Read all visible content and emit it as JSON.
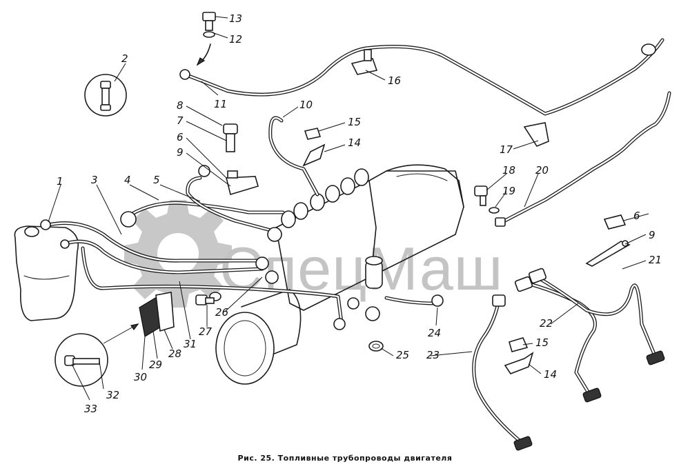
{
  "figure": {
    "caption": "Рис. 25. Топливные трубопроводы двигателя",
    "watermark": "СпецМаш",
    "colors": {
      "ink": "#1a1a1a",
      "watermark": "#c4c4c4",
      "background": "#ffffff"
    }
  },
  "labels": [
    {
      "id": "n1",
      "text": "1"
    },
    {
      "id": "n2",
      "text": "2"
    },
    {
      "id": "n3",
      "text": "3"
    },
    {
      "id": "n4",
      "text": "4"
    },
    {
      "id": "n5",
      "text": "5"
    },
    {
      "id": "n6a",
      "text": "6"
    },
    {
      "id": "n6b",
      "text": "6"
    },
    {
      "id": "n7",
      "text": "7"
    },
    {
      "id": "n8",
      "text": "8"
    },
    {
      "id": "n9a",
      "text": "9"
    },
    {
      "id": "n9b",
      "text": "9"
    },
    {
      "id": "n10",
      "text": "10"
    },
    {
      "id": "n11",
      "text": "11"
    },
    {
      "id": "n12",
      "text": "12"
    },
    {
      "id": "n13",
      "text": "13"
    },
    {
      "id": "n14a",
      "text": "14"
    },
    {
      "id": "n14b",
      "text": "14"
    },
    {
      "id": "n15a",
      "text": "15"
    },
    {
      "id": "n15b",
      "text": "15"
    },
    {
      "id": "n16",
      "text": "16"
    },
    {
      "id": "n17",
      "text": "17"
    },
    {
      "id": "n18",
      "text": "18"
    },
    {
      "id": "n19",
      "text": "19"
    },
    {
      "id": "n20",
      "text": "20"
    },
    {
      "id": "n21",
      "text": "21"
    },
    {
      "id": "n22",
      "text": "22"
    },
    {
      "id": "n23",
      "text": "23"
    },
    {
      "id": "n24",
      "text": "24"
    },
    {
      "id": "n25",
      "text": "25"
    },
    {
      "id": "n26",
      "text": "26"
    },
    {
      "id": "n27",
      "text": "27"
    },
    {
      "id": "n28",
      "text": "28"
    },
    {
      "id": "n29",
      "text": "29"
    },
    {
      "id": "n30",
      "text": "30"
    },
    {
      "id": "n31",
      "text": "31"
    },
    {
      "id": "n32",
      "text": "32"
    },
    {
      "id": "n33",
      "text": "33"
    }
  ]
}
